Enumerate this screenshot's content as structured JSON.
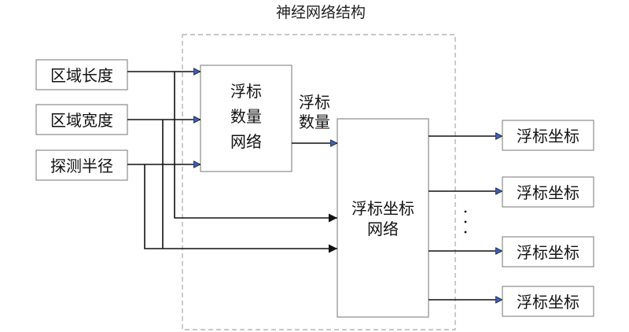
{
  "title": "神经网络结构",
  "inputs": [
    {
      "label": "区域长度"
    },
    {
      "label": "区域宽度"
    },
    {
      "label": "探测半径"
    }
  ],
  "count_network": {
    "lines": [
      "浮标",
      "数量",
      "网络"
    ]
  },
  "count_output_label": {
    "lines": [
      "浮标",
      "数量"
    ]
  },
  "coord_network": {
    "lines": [
      "浮标坐标",
      "网络"
    ]
  },
  "outputs": [
    {
      "label": "浮标坐标"
    },
    {
      "label": "浮标坐标"
    },
    {
      "label": "浮标坐标"
    },
    {
      "label": "浮标坐标"
    }
  ],
  "ellipsis": "⋮",
  "colors": {
    "arrow_blue": "#3b5fb5",
    "arrow_black": "#111111",
    "dashed_border": "#a8a8a8"
  }
}
